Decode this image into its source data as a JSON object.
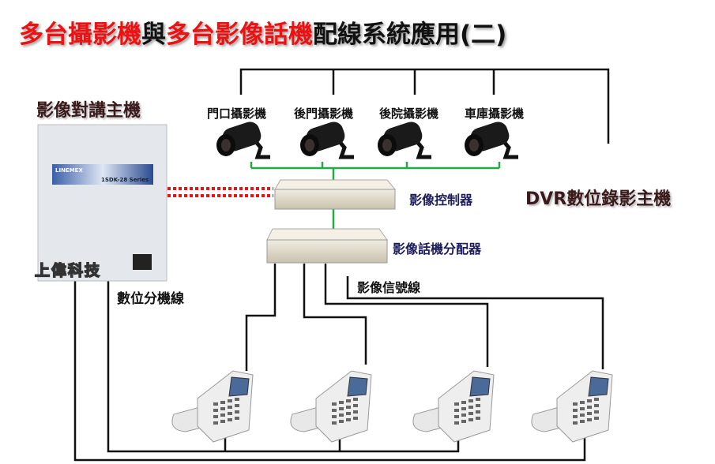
{
  "title": {
    "part1": "多台攝影機",
    "part2": "與",
    "part3": "多台影像話機",
    "part4": "配線系統應用(二)"
  },
  "main_unit": {
    "label": "影像對講主機",
    "brand": "上偉科技",
    "panel_brand": "LINEMEX",
    "panel_model": "1SDK-28 Series"
  },
  "cameras": [
    {
      "label": "門口攝影機"
    },
    {
      "label": "後門攝影機"
    },
    {
      "label": "後院攝影機"
    },
    {
      "label": "車庫攝影機"
    }
  ],
  "devices": {
    "controller": "影像控制器",
    "distributor": "影像話機分配器",
    "dvr": "DVR數位錄影主機"
  },
  "lines": {
    "extension": "數位分機線",
    "video_signal": "影像信號線"
  },
  "colors": {
    "title_red": "#ee1111",
    "camera_bus": "#22aa44",
    "dotted_link": "#ee1111"
  }
}
